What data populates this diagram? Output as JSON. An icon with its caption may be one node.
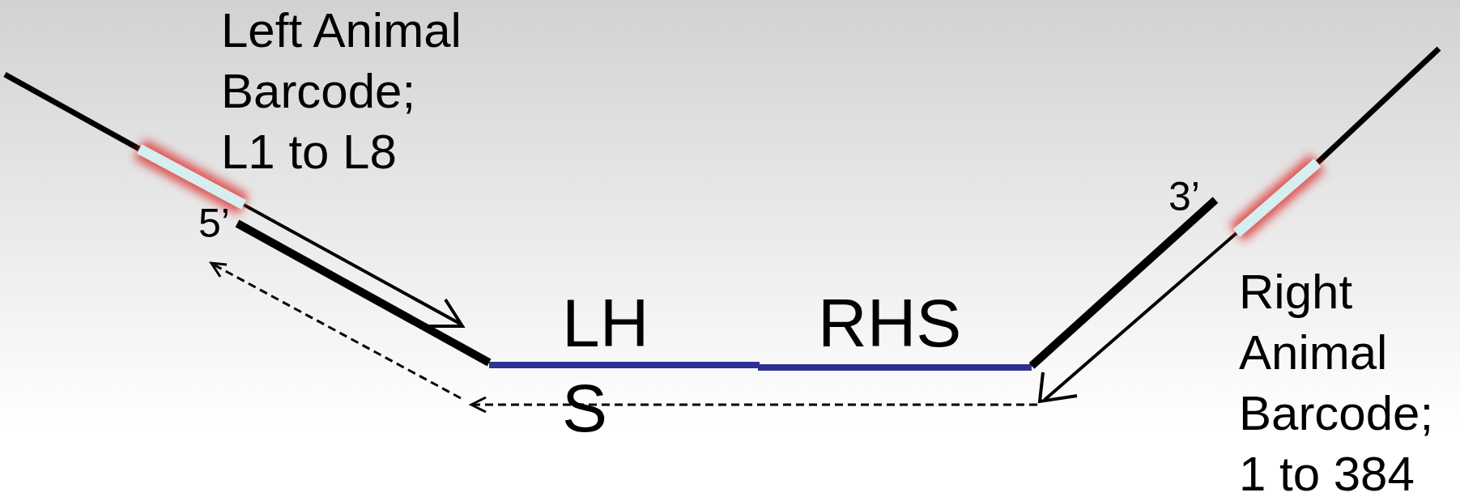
{
  "diagram": {
    "labels": [
      "Left Animal Barcode; L1 to L8",
      "5’",
      "LH",
      "S",
      "RHS",
      "3’",
      "Right Animal Barcode; 1 to 384"
    ]
  }
}
